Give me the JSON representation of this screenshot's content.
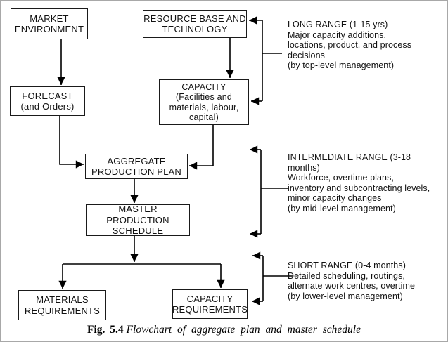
{
  "figure": {
    "caption_label": "Fig. 5.4",
    "caption_text": "Flowchart of aggregate plan and master schedule"
  },
  "boxes": {
    "market_environment": "MARKET\nENVIRONMENT",
    "resource_base": "RESOURCE BASE AND\nTECHNOLOGY",
    "forecast": "FORECAST\n(and Orders)",
    "capacity": "CAPACITY\n(Facilities and\nmaterials, labour,\ncapital)",
    "aggregate_production_plan": "AGGREGATE\nPRODUCTION PLAN",
    "master_production_schedule": "MASTER PRODUCTION\nSCHEDULE",
    "materials_requirements": "MATERIALS\nREQUIREMENTS",
    "capacity_requirements": "CAPACITY\nREQUIREMENTS"
  },
  "annotations": {
    "long_range": "LONG RANGE (1-15 yrs)\nMajor capacity additions,\nlocations, product, and process\ndecisions\n(by top-level management)",
    "intermediate_range": "INTERMEDIATE RANGE (3-18 months)\nWorkforce, overtime plans,\ninventory and subcontracting levels,\nminor capacity changes\n(by mid-level management)",
    "short_range": "SHORT RANGE (0-4 months)\nDetailed scheduling, routings,\nalternate work centres, overtime\n(by lower-level management)"
  },
  "colors": {
    "line": "#000000",
    "box_border": "#1a1a1a",
    "text": "#111111",
    "background": "#ffffff"
  }
}
